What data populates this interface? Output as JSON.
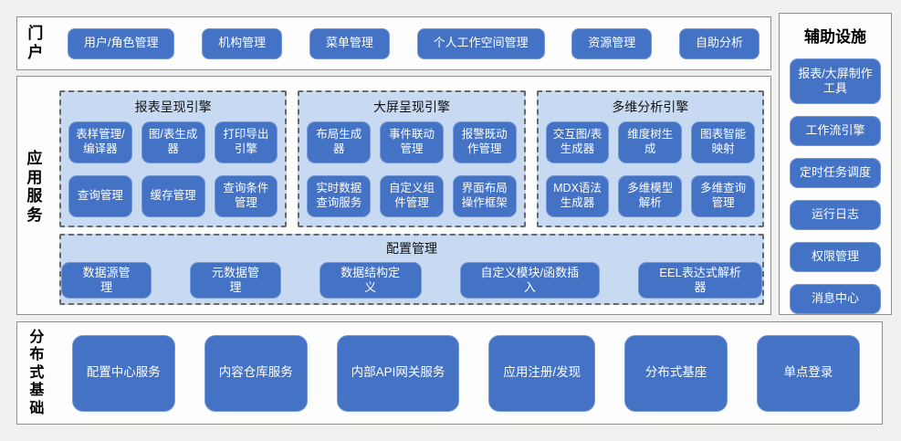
{
  "colors": {
    "page_bg": "#f0f0ee",
    "panel_bg": "#fdfdfd",
    "panel_border": "#8f8f8f",
    "button_blue": "#4472c4",
    "group_fill": "#c8d9f2",
    "group_dashed_border": "#686868",
    "button_text": "#ffffff"
  },
  "portal": {
    "label": "门户",
    "buttons": [
      "用户/角色管理",
      "机构管理",
      "菜单管理",
      "个人工作空间管理",
      "资源管理",
      "自助分析"
    ]
  },
  "app_services": {
    "label": "应用服务",
    "groups": [
      {
        "title": "报表呈现引擎",
        "buttons": [
          "表样管理/编译器",
          "图/表生成器",
          "打印导出引擎",
          "查询管理",
          "缓存管理",
          "查询条件管理"
        ]
      },
      {
        "title": "大屏呈现引擎",
        "buttons": [
          "布局生成器",
          "事件联动管理",
          "报警既动作管理",
          "实时数据查询服务",
          "自定义组件管理",
          "界面布局操作框架"
        ]
      },
      {
        "title": "多维分析引擎",
        "buttons": [
          "交互图/表生成器",
          "维度树生成",
          "图表智能映射",
          "MDX语法生成器",
          "多维模型解析",
          "多维查询管理"
        ]
      }
    ],
    "config": {
      "title": "配置管理",
      "buttons": [
        "数据源管理",
        "元数据管理",
        "数据结构定义",
        "自定义模块/函数插入",
        "EEL表达式解析器"
      ]
    }
  },
  "auxiliary": {
    "title": "辅助设施",
    "buttons": [
      "报表/大屏制作工具",
      "工作流引擎",
      "定时任务调度",
      "运行日志",
      "权限管理",
      "消息中心"
    ]
  },
  "distributed_base": {
    "label": "分布式基础",
    "buttons": [
      "配置中心服务",
      "内容仓库服务",
      "内部API网关服务",
      "应用注册/发现",
      "分布式基座",
      "单点登录"
    ]
  }
}
